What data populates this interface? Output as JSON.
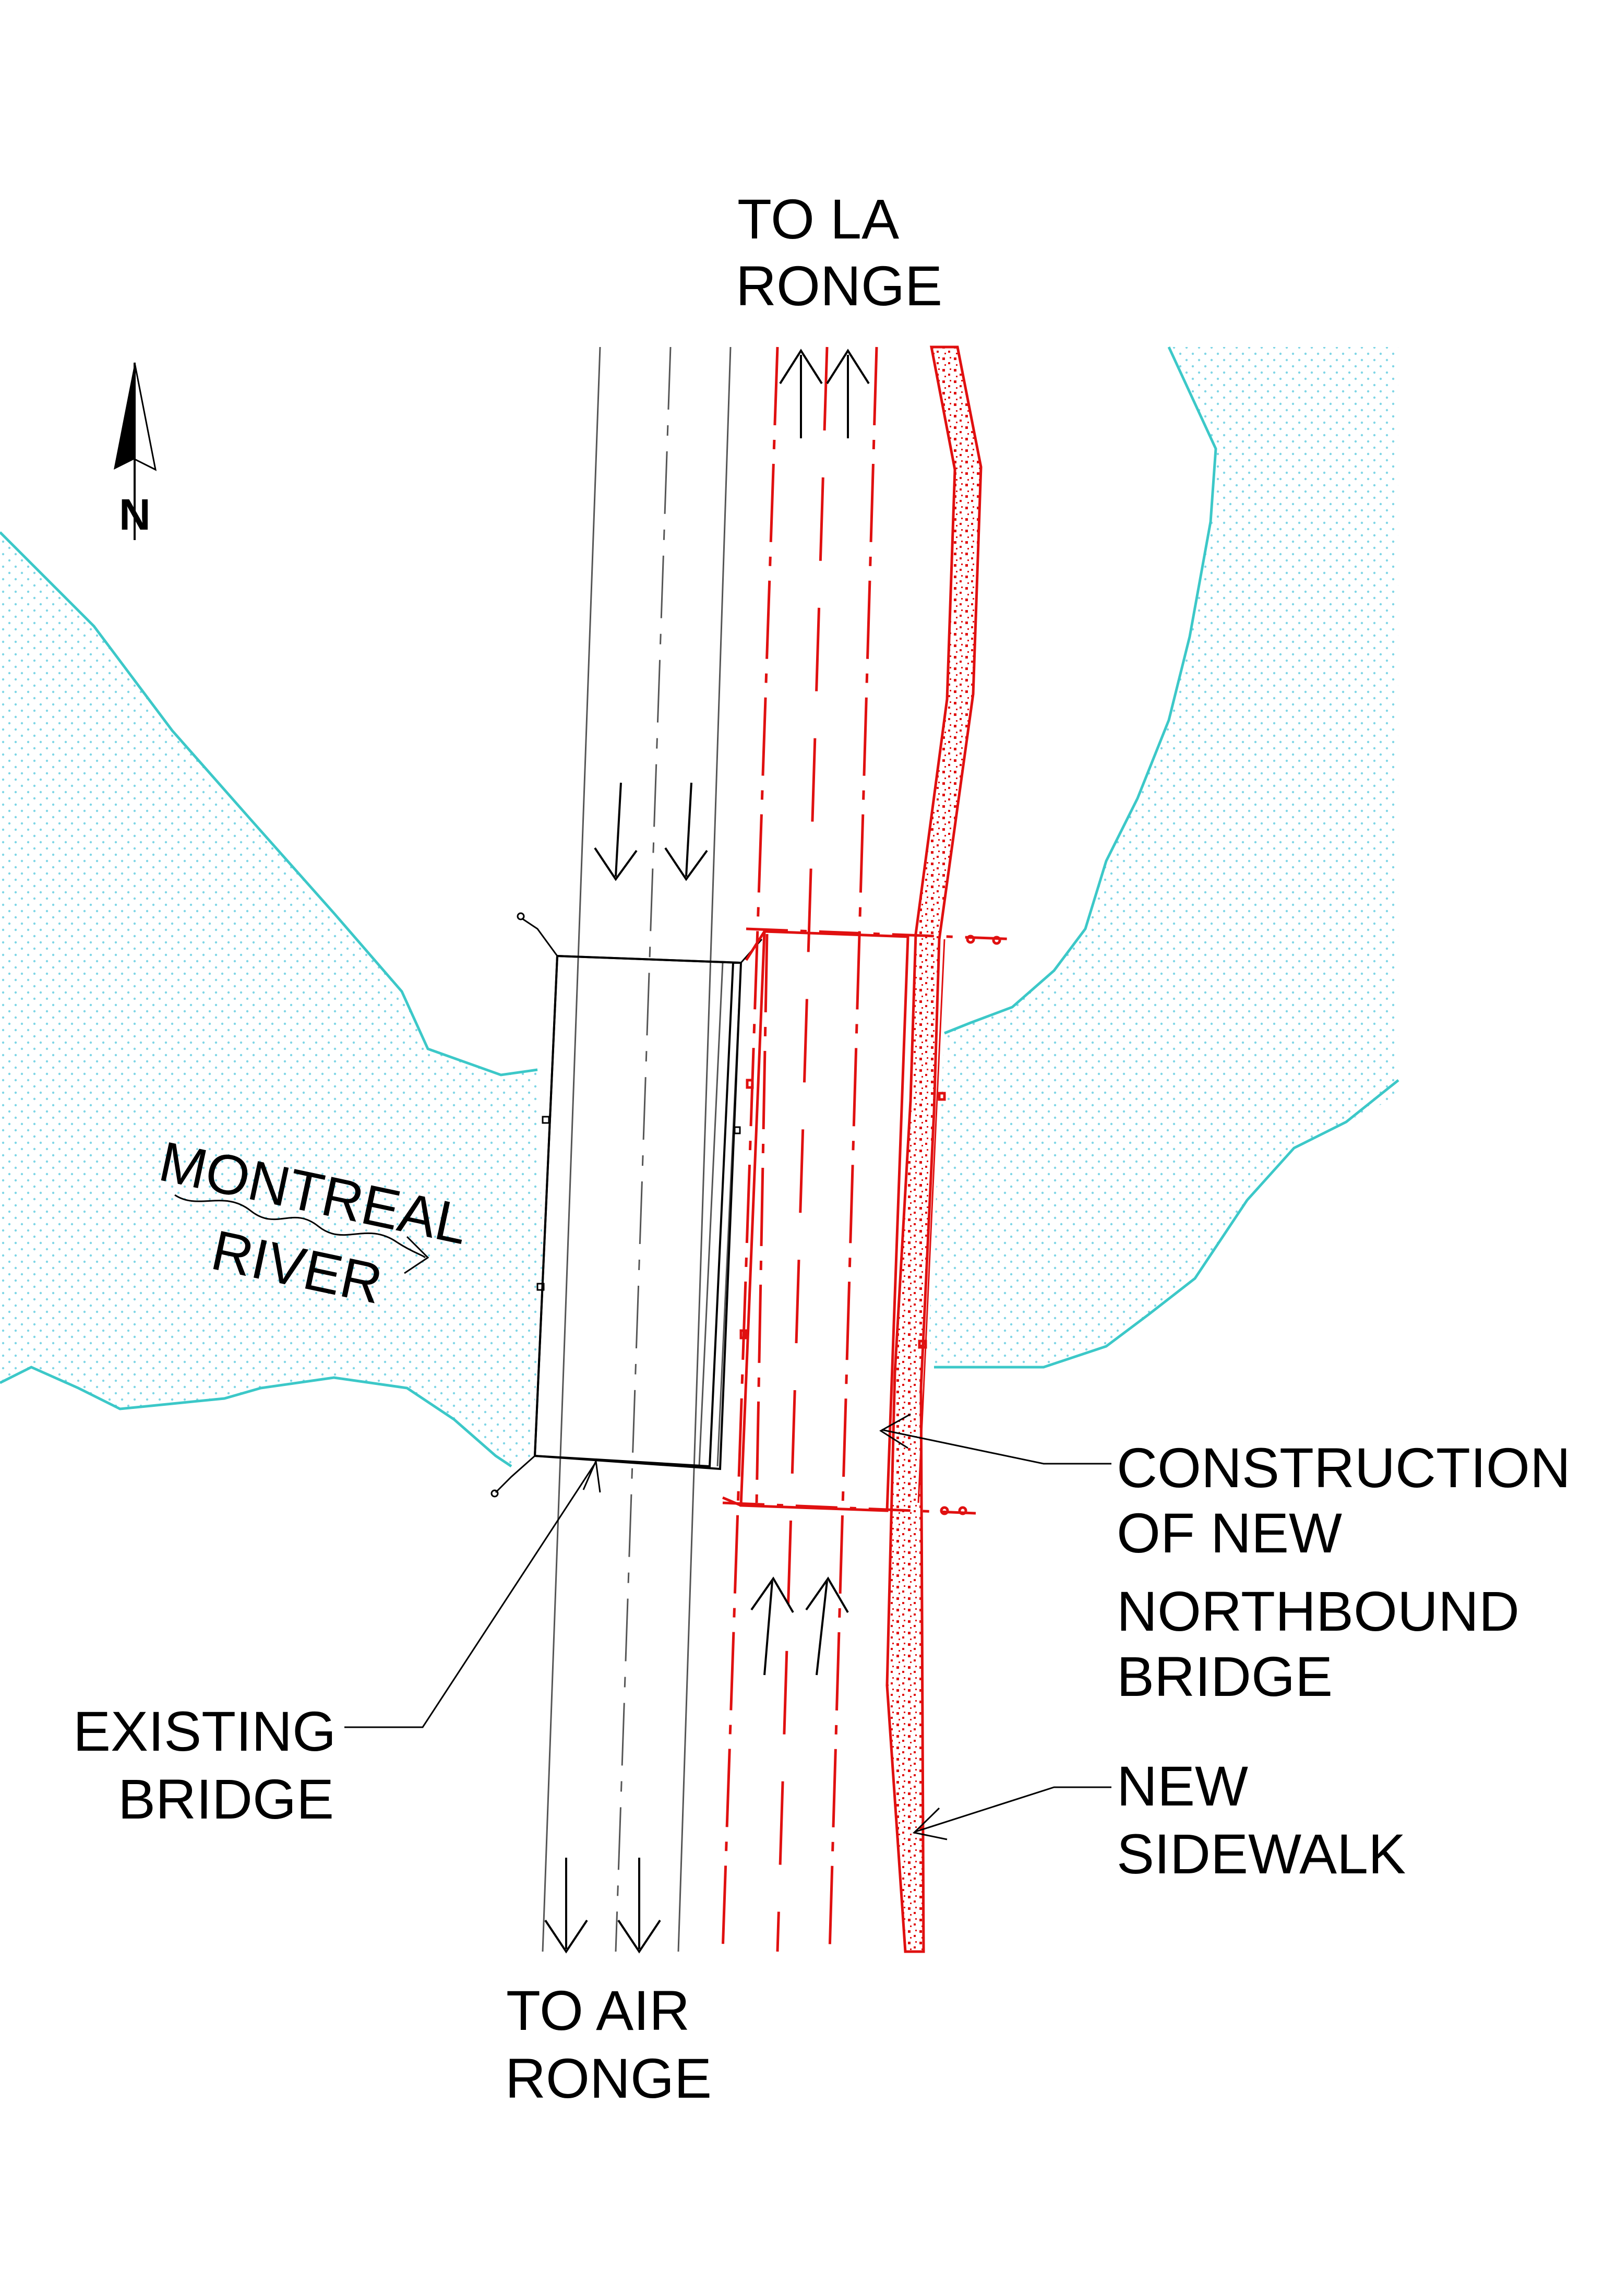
{
  "north_label": "N",
  "labels": {
    "to_la_ronge": [
      "TO LA",
      "RONGE"
    ],
    "to_air_ronge": [
      "TO AIR",
      "RONGE"
    ],
    "river": [
      "MONTREAL",
      "RIVER"
    ],
    "existing_bridge": [
      "EXISTING",
      "BRIDGE"
    ],
    "new_bridge": [
      "CONSTRUCTION",
      "OF NEW",
      "NORTHBOUND",
      "BRIDGE"
    ],
    "new_sidewalk": [
      "NEW",
      "SIDEWALK"
    ]
  },
  "colors": {
    "water_outline": "#3cc8c8",
    "water_dots": "#7fd6e6",
    "proposed": "#e01010",
    "existing": "#555555",
    "ink": "#000000"
  },
  "icons": {
    "north_arrow": "north-arrow-icon",
    "traffic_arrow": "arrow-icon"
  }
}
